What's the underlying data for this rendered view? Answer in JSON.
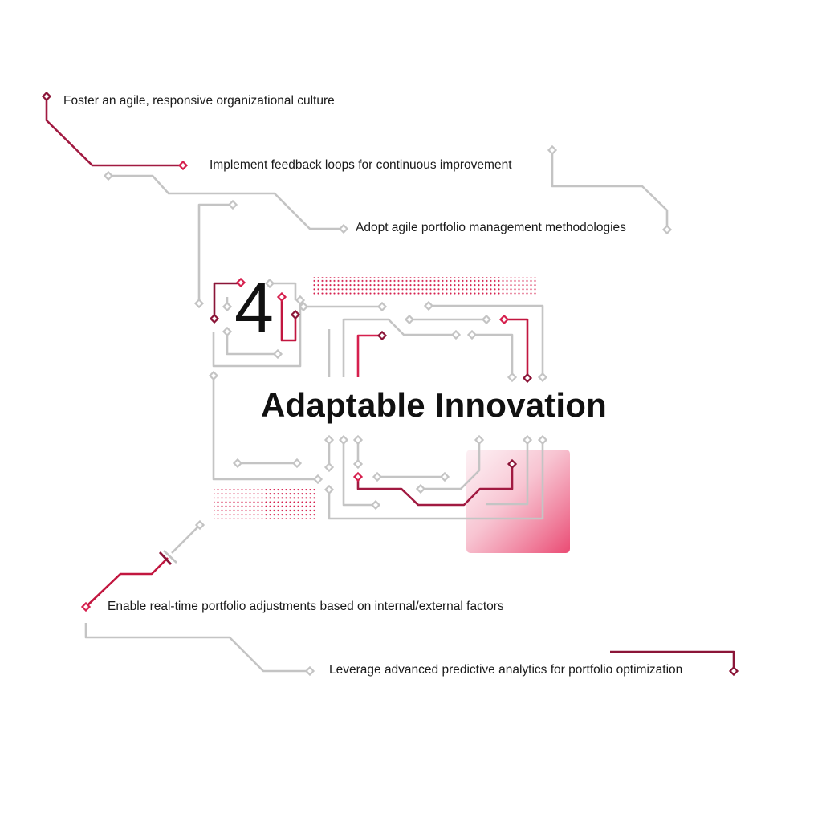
{
  "diagram": {
    "step_number": "4",
    "title": "Adaptable Innovation",
    "items": [
      "Foster an agile, responsive organizational culture",
      "Implement feedback loops for continuous improvement",
      "Adopt agile portfolio management methodologies",
      "Enable real-time portfolio adjustments based on internal/external factors",
      "Leverage advanced predictive analytics for portfolio optimization"
    ]
  },
  "colors": {
    "gray_trace": "#c4c4c4",
    "dark_red_trace": "#8b1538",
    "red_trace": "#d6204e",
    "dot_pattern": "#d6204e",
    "gradient_pink": "#e93a67",
    "text": "#111111"
  }
}
